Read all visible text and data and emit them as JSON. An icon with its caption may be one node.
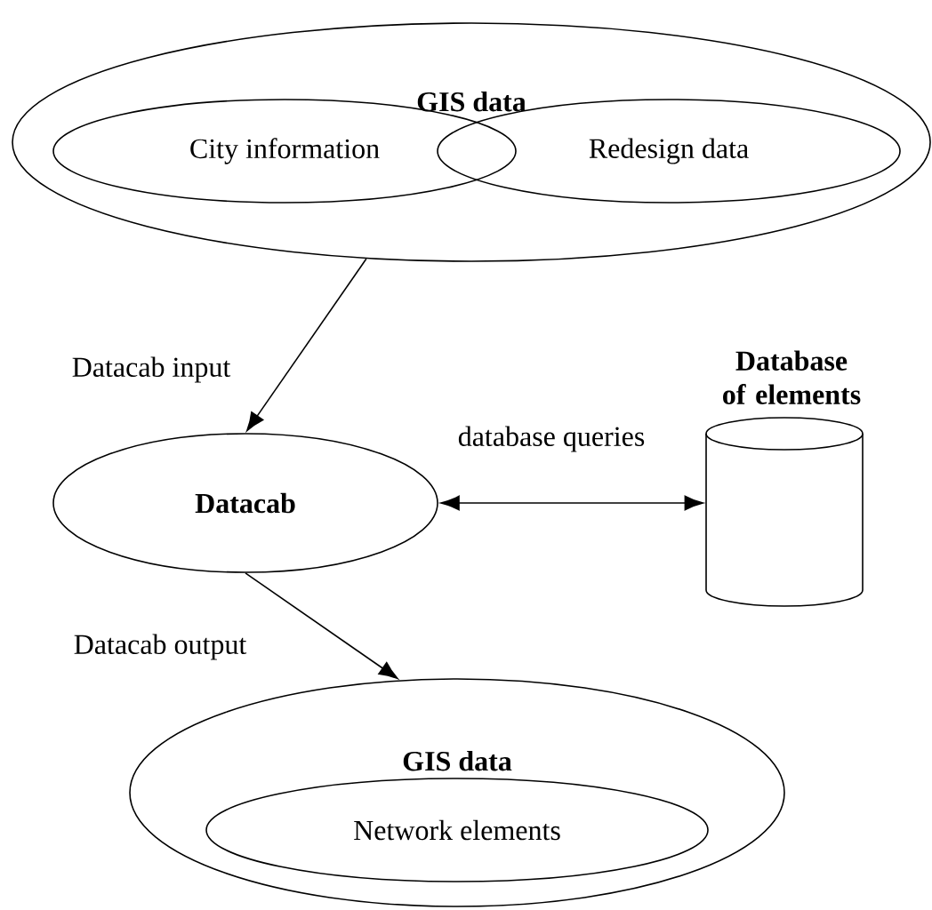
{
  "diagram": {
    "nodes": [
      {
        "text": [
          "GIS data"
        ]
      },
      {
        "text": [
          "City information"
        ],
        "in": 0
      },
      {
        "text": [
          "Redesign data"
        ],
        "in": 0
      },
      {
        "text": [
          "Datacab"
        ]
      },
      {
        "text": [
          "Database of elements"
        ]
      },
      {
        "text": [
          "GIS data"
        ]
      },
      {
        "text": [
          "Network elements"
        ],
        "in": 5
      }
    ],
    "edges": [
      {
        "from": 0,
        "to": 3,
        "arrow": "to",
        "label": "Datacab input"
      },
      {
        "from": 3,
        "to": 4,
        "arrow": "both",
        "label": "database queries"
      },
      {
        "from": 3,
        "to": 5,
        "arrow": "to",
        "label": "Datacab output"
      }
    ]
  }
}
